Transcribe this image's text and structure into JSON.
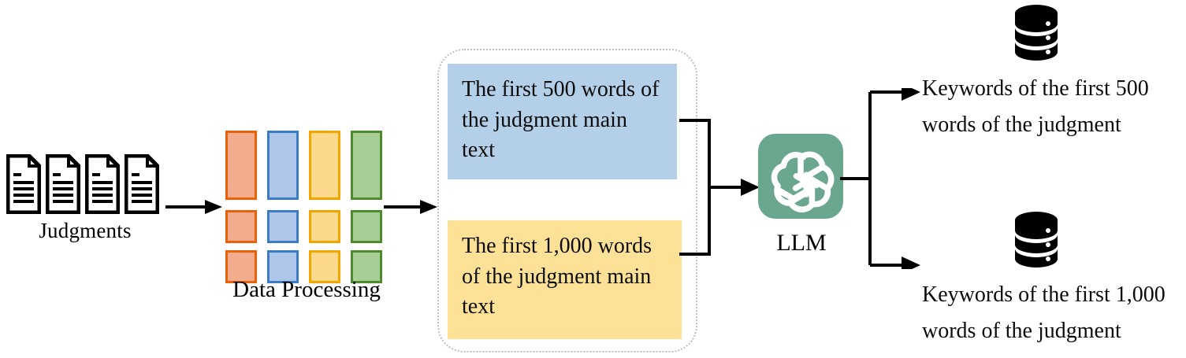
{
  "diagram": {
    "title": "LLM keyword extraction pipeline",
    "colors": {
      "orange_fill": "#f4ac8e",
      "orange_border": "#e8620c",
      "blue_fill": "#aec7e8",
      "blue_border": "#3b7dc4",
      "yellow_fill": "#fcd88c",
      "yellow_border": "#f0a500",
      "green_fill": "#a8ce95",
      "green_border": "#4e8b2c",
      "prompt_blue": "#b4cfe8",
      "prompt_yellow": "#fce196",
      "llm_teal": "#6ba68f",
      "stroke_black": "#000000",
      "dotted_gray": "#bfbfbf"
    },
    "input": {
      "label": "Judgments",
      "icon": "document-icon",
      "count": 4
    },
    "processing": {
      "label": "Data Processing",
      "icon": "grid-blocks-icon",
      "columns": [
        "orange",
        "blue",
        "yellow",
        "green"
      ],
      "rows": 3
    },
    "prompts": [
      {
        "id": "prompt-500",
        "text": "The first 500 words of the judgment main text",
        "color": "#b4cfe8"
      },
      {
        "id": "prompt-1000",
        "text": "The first 1,000 words of the judgment main text",
        "color": "#fce196"
      }
    ],
    "model": {
      "label": "LLM",
      "icon": "openai-logo-icon"
    },
    "outputs": [
      {
        "id": "output-500",
        "text": "Keywords of the first 500 words of the judgment",
        "icon": "database-icon"
      },
      {
        "id": "output-1000",
        "text": "Keywords of the first 1,000 words of the judgment",
        "icon": "database-icon"
      }
    ],
    "connectors": {
      "input_to_processing": "arrow-right-icon",
      "processing_to_prompts": "arrow-right-icon",
      "prompts_to_model": "merge-arrow-icon",
      "model_to_outputs": "split-arrow-icon"
    }
  }
}
